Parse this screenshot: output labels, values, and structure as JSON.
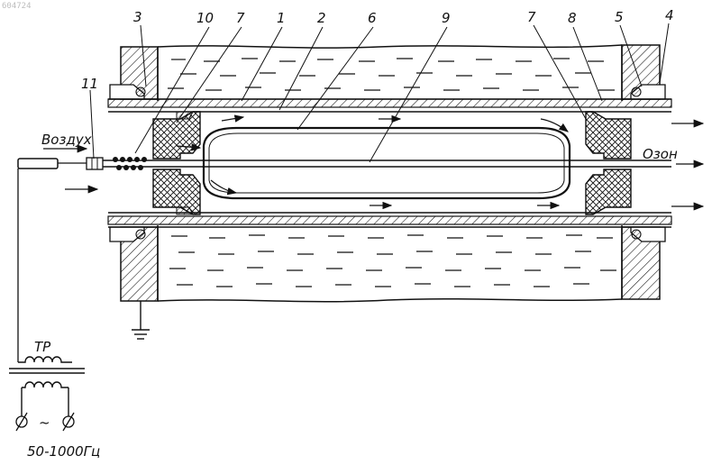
{
  "watermark": "604724",
  "part_numbers": [
    "3",
    "10",
    "7",
    "1",
    "2",
    "6",
    "9",
    "7",
    "8",
    "5",
    "4",
    "11"
  ],
  "labels": {
    "air_inlet": "Воздух",
    "ozone_outlet": "Озон",
    "transformer": "ТР",
    "frequency": "50-1000Гц",
    "ac_symbol": "~"
  }
}
